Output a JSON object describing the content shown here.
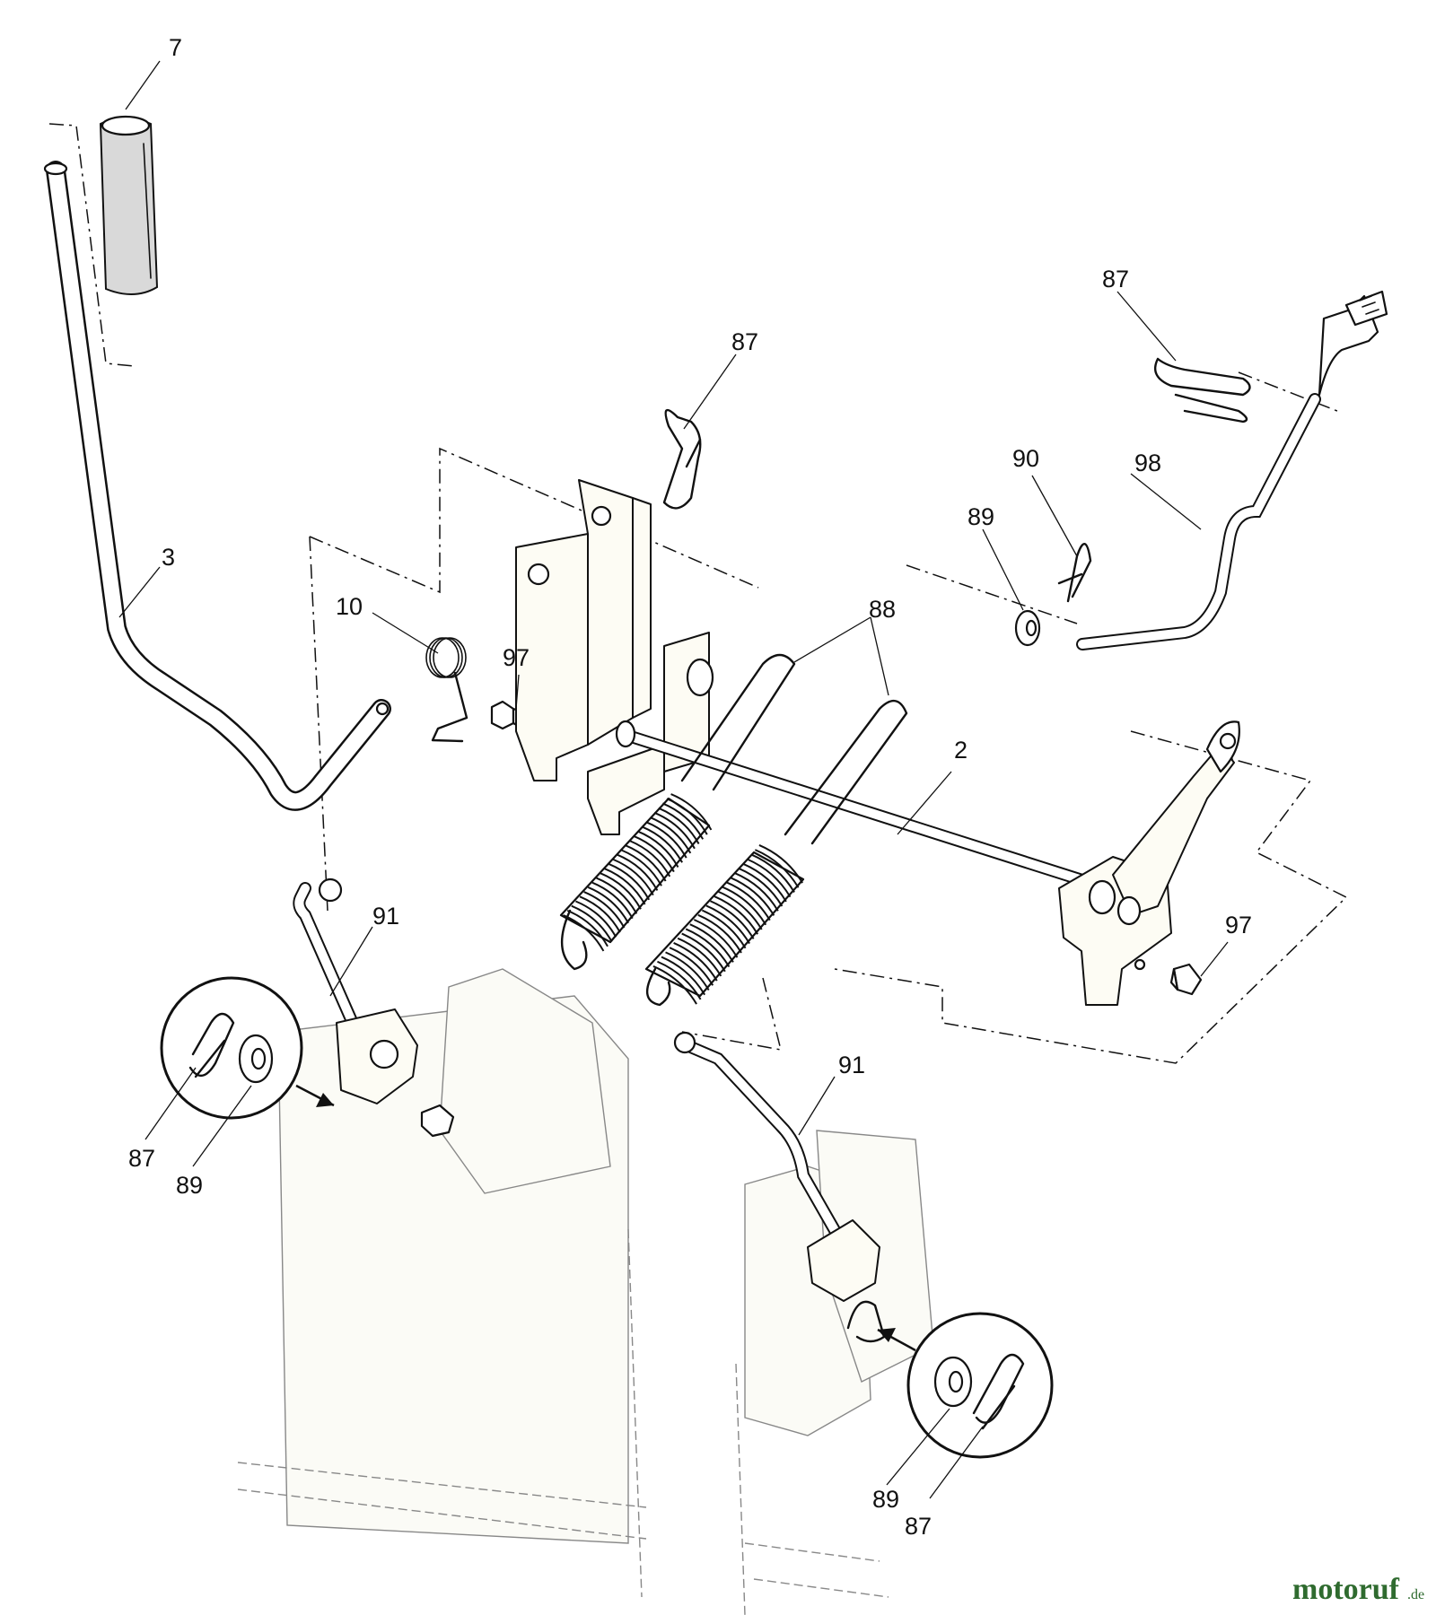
{
  "callouts": {
    "c7": "7",
    "c3": "3",
    "c10": "10",
    "c97_left": "97",
    "c87_top_center": "87",
    "c88": "88",
    "c2": "2",
    "c87_top_right": "87",
    "c90": "90",
    "c98": "98",
    "c89_top_right": "89",
    "c97_right": "97",
    "c91_left": "91",
    "c91_right": "91",
    "c87_detail_left": "87",
    "c89_detail_left": "89",
    "c89_detail_right": "89",
    "c87_detail_right": "87"
  },
  "watermark": {
    "brand": "motoruf",
    "tld": ".de"
  },
  "colors": {
    "line": "#111111",
    "watermark": "#2f6b2f",
    "ghost": "#888888"
  }
}
